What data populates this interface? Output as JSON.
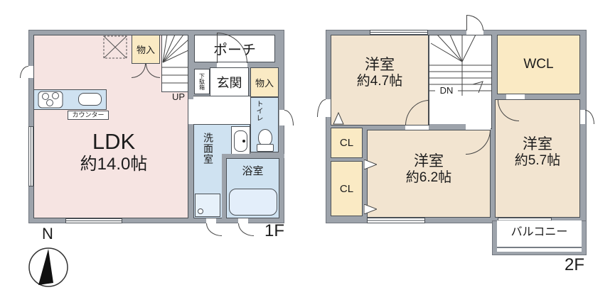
{
  "compass": {
    "label": "N"
  },
  "colors": {
    "wall": "#9da3ab",
    "ldk": "#f6e4e2",
    "bedroom": "#f2e4d0",
    "storage": "#faeac4",
    "wet_area": "#cfe2f1",
    "line": "#4a4f55"
  },
  "floor1": {
    "label": "1F",
    "ldk": {
      "name": "LDK",
      "area": "約14.0帖"
    },
    "porch": "ポーチ",
    "entrance": "玄関",
    "shoe_cabinet": "下駄箱",
    "storage_a": "物入",
    "storage_b": "物入",
    "toilet": "トイレ",
    "washroom": "洗面室",
    "bathroom": "浴室",
    "counter": "カウンター",
    "stairs": "UP"
  },
  "floor2": {
    "label": "2F",
    "bedroom_a": {
      "name": "洋室",
      "area": "約4.7帖"
    },
    "bedroom_b": {
      "name": "洋室",
      "area": "約6.2帖"
    },
    "bedroom_c": {
      "name": "洋室",
      "area": "約5.7帖"
    },
    "wcl": "WCL",
    "closet_a": "CL",
    "closet_b": "CL",
    "balcony": "バルコニー",
    "stairs": "DN"
  }
}
